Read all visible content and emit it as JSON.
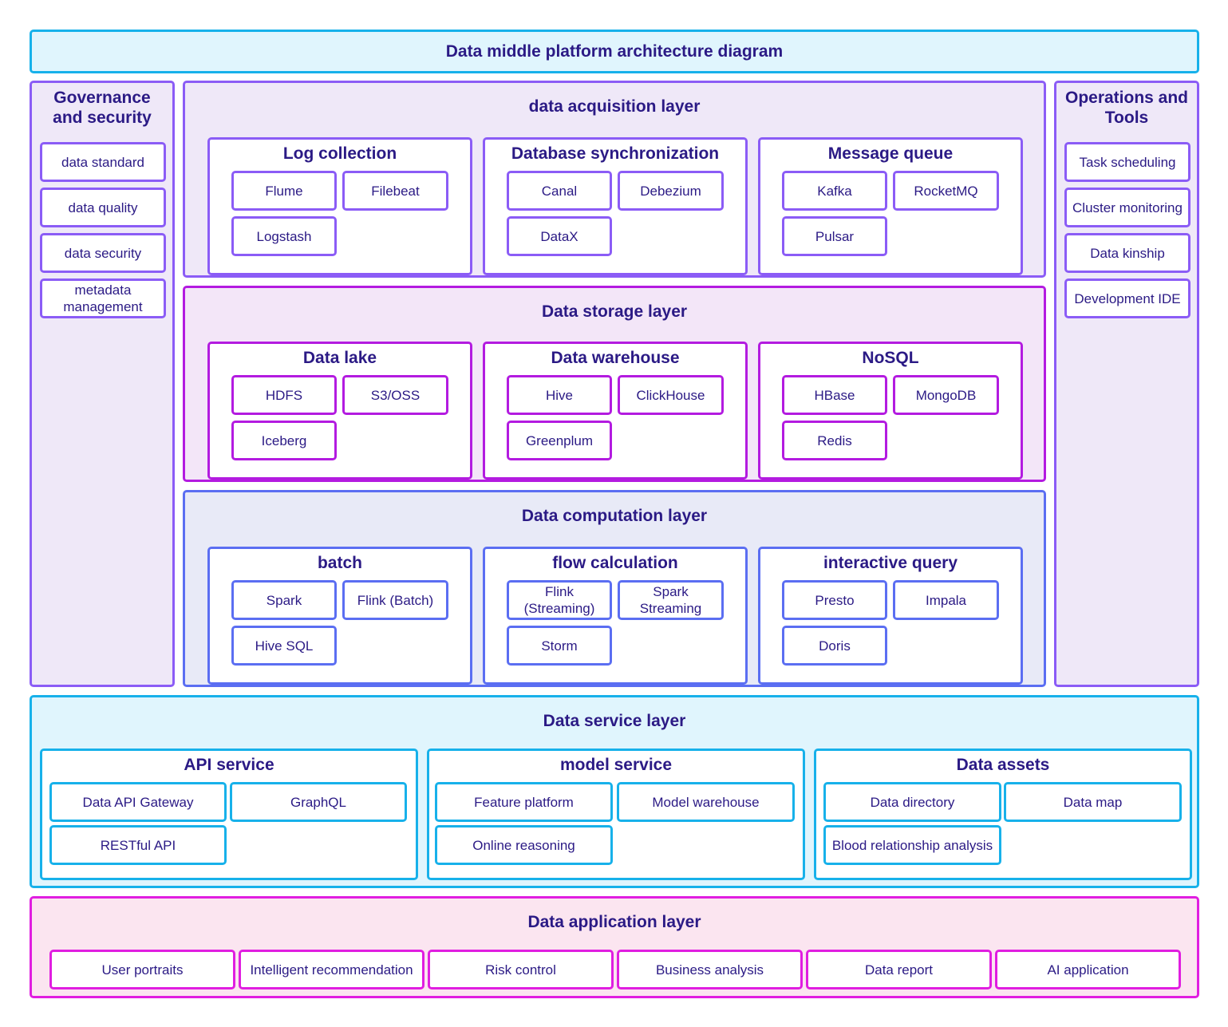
{
  "title": "Data middle platform architecture diagram",
  "colors": {
    "cyan_border": "#17b1ea",
    "cyan_bg": "#e0f5fd",
    "purple_border": "#8b5cf6",
    "purple_bg": "#efe8f8",
    "magenta_border": "#b31be0",
    "magenta_bg": "#f3e6f8",
    "blue_border": "#5b6ef2",
    "blue_bg": "#e8eaf7",
    "pink_border": "#e01ee0",
    "pink_bg": "#fbe5f0",
    "text": "#2b1a85"
  },
  "governance": {
    "title": "Governance and security",
    "items": [
      "data standard",
      "data quality",
      "data security",
      "metadata management"
    ]
  },
  "operations": {
    "title": "Operations and Tools",
    "items": [
      "Task scheduling",
      "Cluster monitoring",
      "Data kinship",
      "Development IDE"
    ]
  },
  "acquisition": {
    "title": "data acquisition layer",
    "groups": [
      {
        "title": "Log collection",
        "items": [
          "Flume",
          "Filebeat",
          "Logstash"
        ]
      },
      {
        "title": "Database synchronization",
        "items": [
          "Canal",
          "Debezium",
          "DataX"
        ]
      },
      {
        "title": "Message queue",
        "items": [
          "Kafka",
          "RocketMQ",
          "Pulsar"
        ]
      }
    ]
  },
  "storage": {
    "title": "Data storage layer",
    "groups": [
      {
        "title": "Data lake",
        "items": [
          "HDFS",
          "S3/OSS",
          "Iceberg"
        ]
      },
      {
        "title": "Data warehouse",
        "items": [
          "Hive",
          "ClickHouse",
          "Greenplum"
        ]
      },
      {
        "title": "NoSQL",
        "items": [
          "HBase",
          "MongoDB",
          "Redis"
        ]
      }
    ]
  },
  "computation": {
    "title": "Data computation layer",
    "groups": [
      {
        "title": "batch",
        "items": [
          "Spark",
          "Flink (Batch)",
          "Hive SQL"
        ]
      },
      {
        "title": "flow calculation",
        "items": [
          "Flink (Streaming)",
          "Spark Streaming",
          "Storm"
        ]
      },
      {
        "title": "interactive query",
        "items": [
          "Presto",
          "Impala",
          "Doris"
        ]
      }
    ]
  },
  "service": {
    "title": "Data service layer",
    "groups": [
      {
        "title": "API service",
        "items": [
          "Data API Gateway",
          "GraphQL",
          "RESTful API"
        ]
      },
      {
        "title": "model service",
        "items": [
          "Feature platform",
          "Model warehouse",
          "Online reasoning"
        ]
      },
      {
        "title": "Data assets",
        "items": [
          "Data directory",
          "Data map",
          "Blood relationship analysis"
        ]
      }
    ]
  },
  "application": {
    "title": "Data application layer",
    "items": [
      "User portraits",
      "Intelligent recommendation",
      "Risk control",
      "Business analysis",
      "Data report",
      "AI application"
    ]
  }
}
